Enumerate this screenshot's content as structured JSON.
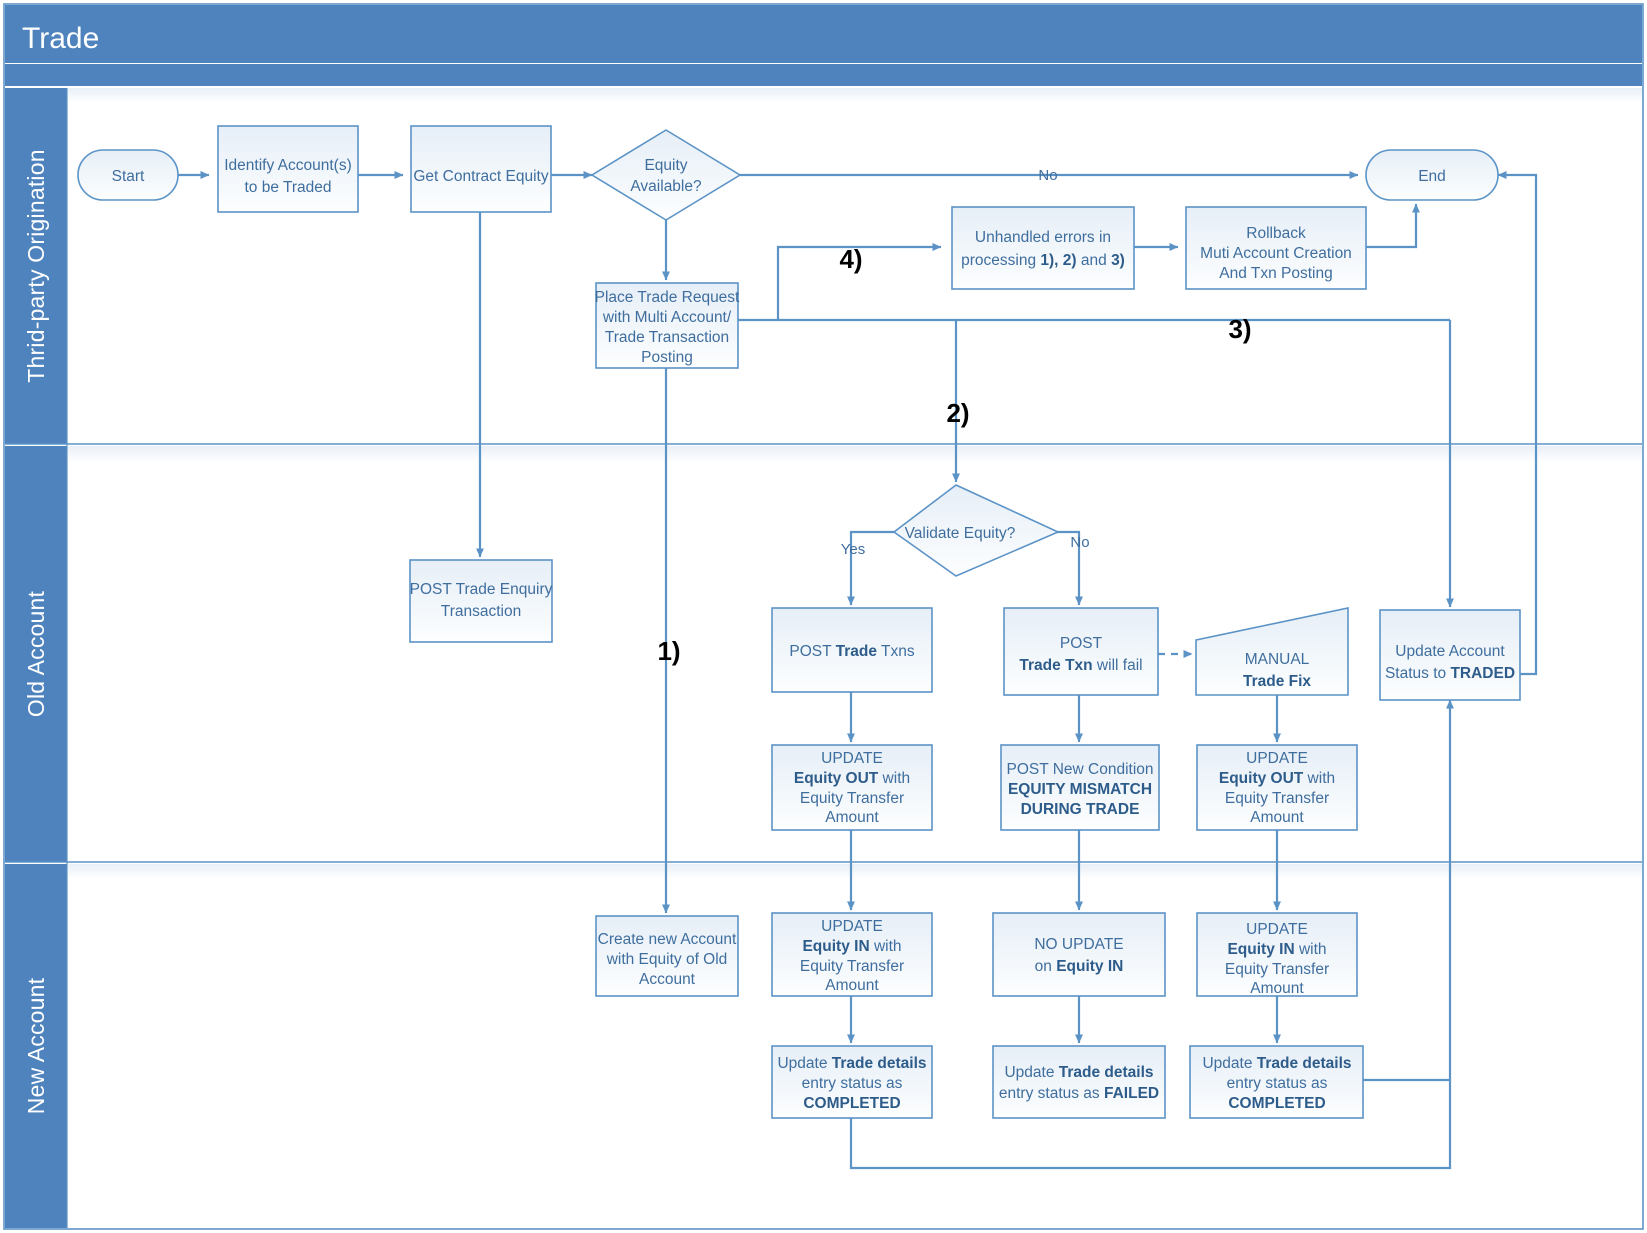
{
  "header": {
    "title": "Trade"
  },
  "colors": {
    "header_blue": "#4E83BE",
    "lane_blue": "#4E83BE",
    "node_border": "#5B93C6",
    "node_fill_top": "#E9F0F7",
    "node_fill_bottom": "#FDFEFF",
    "connector": "#5B93C6",
    "node_text": "#3F6E9E",
    "ref_label": "#000000",
    "page_bg": "#FFFFFF"
  },
  "lanes": [
    {
      "id": "lane-third-party",
      "label": "Thrid-party Origination"
    },
    {
      "id": "lane-old-account",
      "label": "Old Account"
    },
    {
      "id": "lane-new-account",
      "label": "New Account"
    }
  ],
  "nodes": {
    "start": {
      "label": "Start",
      "shape": "terminator"
    },
    "identify": {
      "line1": "Identify Account(s)",
      "line2": "to be Traded",
      "shape": "process"
    },
    "get_contract": {
      "label": "Get Contract Equity",
      "shape": "process"
    },
    "equity_available": {
      "line1": "Equity",
      "line2": "Available?",
      "shape": "decision"
    },
    "place_trade": {
      "line1": "Place Trade Request",
      "line2": "with Multi Account/",
      "line3": "Trade Transaction",
      "line4": "Posting",
      "shape": "process"
    },
    "unhandled": {
      "line1": "Unhandled errors in",
      "line2_a": "processing ",
      "line2_b": "1), 2)",
      "line2_c": " and ",
      "line2_d": "3)",
      "shape": "process"
    },
    "rollback": {
      "line1": "Rollback",
      "line2": "Muti Account Creation",
      "line3": "And Txn Posting",
      "shape": "process"
    },
    "end": {
      "label": "End",
      "shape": "terminator"
    },
    "post_enquiry": {
      "line1": "POST Trade Enquiry",
      "line2": "Transaction",
      "shape": "process"
    },
    "validate_equity": {
      "label": "Validate Equity?",
      "shape": "decision"
    },
    "post_trade_txns": {
      "line1_a": "POST ",
      "line1_b": "Trade",
      "line1_c": " Txns",
      "shape": "process"
    },
    "post_trade_fail": {
      "line1": "POST",
      "line2_a": "Trade Txn",
      "line2_b": " will fail",
      "shape": "process"
    },
    "manual_fix": {
      "line1": "MANUAL",
      "line2": "Trade Fix",
      "shape": "trapezoid"
    },
    "update_status": {
      "line1": "Update Account",
      "line2_a": "Status to ",
      "line2_b": "TRADED",
      "shape": "process"
    },
    "update_eq_out_1": {
      "line1": "UPDATE",
      "line2_a": "Equity OUT",
      "line2_b": " with",
      "line3": "Equity Transfer",
      "line4": "Amount",
      "shape": "process"
    },
    "post_new_cond": {
      "line1": "POST New Condition",
      "line2": "EQUITY MISMATCH",
      "line3": "DURING TRADE",
      "shape": "process"
    },
    "update_eq_out_2": {
      "line1": "UPDATE",
      "line2_a": "Equity OUT",
      "line2_b": " with",
      "line3": "Equity Transfer",
      "line4": "Amount",
      "shape": "process"
    },
    "create_account": {
      "line1": "Create new Account",
      "line2": "with Equity of Old",
      "line3": "Account",
      "shape": "process"
    },
    "update_eq_in_1": {
      "line1": "UPDATE",
      "line2_a": "Equity IN",
      "line2_b": " with",
      "line3": "Equity Transfer",
      "line4": "Amount",
      "shape": "process"
    },
    "no_update": {
      "line1": "NO UPDATE",
      "line2_a": "on ",
      "line2_b": "Equity IN",
      "shape": "process"
    },
    "update_eq_in_2": {
      "line1": "UPDATE",
      "line2_a": "Equity IN",
      "line2_b": " with",
      "line3": "Equity Transfer",
      "line4": "Amount",
      "shape": "process"
    },
    "trade_completed_1": {
      "line1_a": "Update ",
      "line1_b": "Trade details",
      "line2": "entry status as",
      "line3": "COMPLETED",
      "shape": "process"
    },
    "trade_failed": {
      "line1_a": "Update ",
      "line1_b": "Trade details",
      "line2_a": "entry status as ",
      "line2_b": "FAILED",
      "shape": "process"
    },
    "trade_completed_2": {
      "line1_a": "Update ",
      "line1_b": "Trade details",
      "line2": "entry status as",
      "line3": "COMPLETED",
      "shape": "process"
    }
  },
  "edge_labels": {
    "equity_no": "No",
    "validate_yes": "Yes",
    "validate_no": "No"
  },
  "ref_labels": {
    "one": "1)",
    "two": "2)",
    "three": "3)",
    "four": "4)"
  }
}
